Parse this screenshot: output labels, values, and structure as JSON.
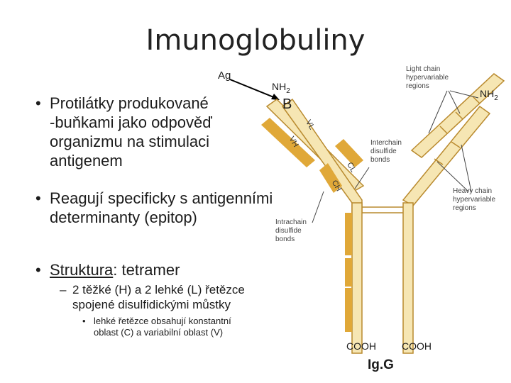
{
  "slide": {
    "title": "Imunoglobuliny",
    "ag_label": "Ag",
    "nh2_left": "NH",
    "nh2_left_sub": "2",
    "b_label": "B",
    "bullets": [
      {
        "lines": [
          "Protilátky produkované",
          "-buňkami jako odpověď",
          "organizmu na stimulaci",
          "antigenem"
        ]
      },
      {
        "lines": [
          "Reagují specificky s antigenními",
          "determinanty (epitop)"
        ]
      }
    ],
    "structure": {
      "term": "Struktura",
      "rest": ": tetramer"
    },
    "sub_bullet": {
      "lines": [
        "2 těžké (H) a 2 lehké (L) řetězce",
        "spojené disulfidickými můstky"
      ]
    },
    "subsub_bullet": {
      "lines": [
        "lehké řetězce obsahují konstantní",
        "oblast (C) a variabilní oblast (V)"
      ]
    }
  },
  "diagram": {
    "light_chain_label": [
      "Light chain",
      "hypervariable",
      "regions"
    ],
    "heavy_chain_label": [
      "Heavy chain",
      "hypervariable",
      "regions"
    ],
    "interchain_label": [
      "Interchain",
      "disulfide",
      "bonds"
    ],
    "intrachain_label": [
      "Intrachain",
      "disulfide",
      "bonds"
    ],
    "nh2_right": "NH",
    "nh2_right_sub": "2",
    "domains": {
      "vl": "VL",
      "vh": "VH",
      "cl": "CL",
      "ch": "CH"
    },
    "cooh_left": "COOH",
    "cooh_right": "COOH",
    "caption": "Ig.G",
    "colors": {
      "chain_fill": "#f6e6b3",
      "chain_stroke": "#b98a2e",
      "band": "#e0a838"
    }
  }
}
